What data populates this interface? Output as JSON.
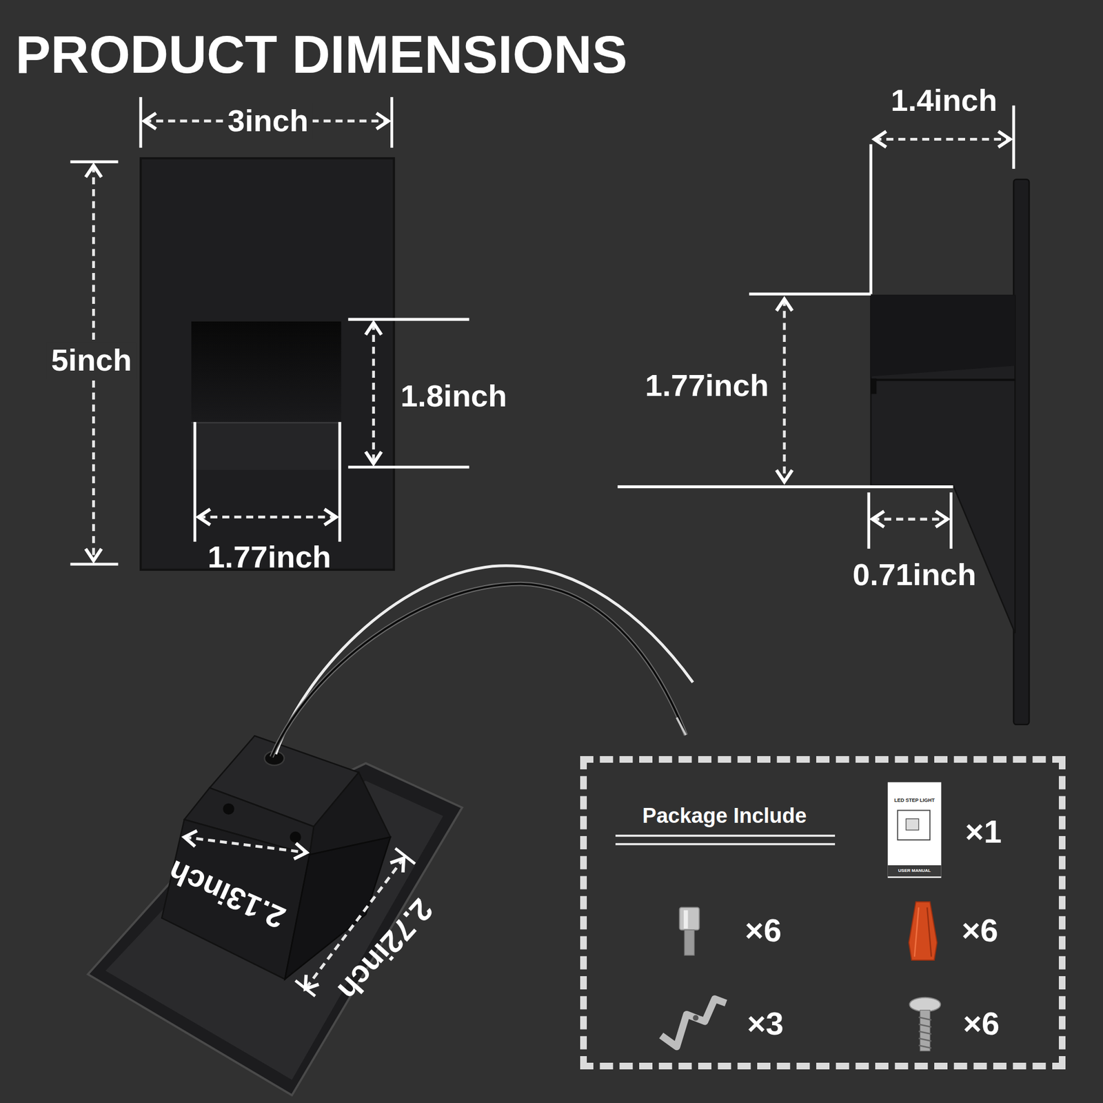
{
  "diagram": {
    "title": "PRODUCT DIMENSIONS",
    "nodes": [
      {
        "text": [
          "Package Include",
          "×1",
          "×6",
          "×6",
          "×3",
          "×6"
        ]
      },
      {
        "text": [
          "LED STEP LIGHT",
          "USER MANUAL"
        ],
        "in": 0
      }
    ],
    "labels": [
      "3inch",
      "5inch",
      "1.8inch",
      "1.77inch",
      "1.4inch",
      "1.77inch",
      "0.71inch",
      "2.13inch",
      "2.72inch"
    ]
  }
}
